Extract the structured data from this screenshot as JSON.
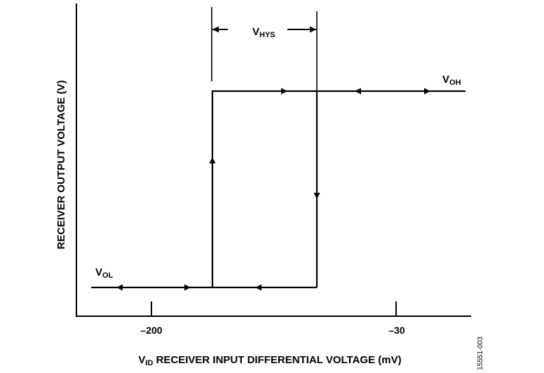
{
  "diagram": {
    "y_axis_label": "RECEIVER OUTPUT VOLTAGE (V)",
    "x_axis_label_main": "V",
    "x_axis_label_sub": "ID",
    "x_axis_label_rest": " RECEIVER INPUT DIFFERENTIAL VOLTAGE (mV)",
    "x_ticks": [
      "–200",
      "–30"
    ],
    "hysteresis_label_main": "V",
    "hysteresis_label_sub": "HYS",
    "voh_label_main": "V",
    "voh_label_sub": "OH",
    "vol_label_main": "V",
    "vol_label_sub": "OL",
    "figure_id": "15551-003",
    "line_color": "#000000"
  }
}
